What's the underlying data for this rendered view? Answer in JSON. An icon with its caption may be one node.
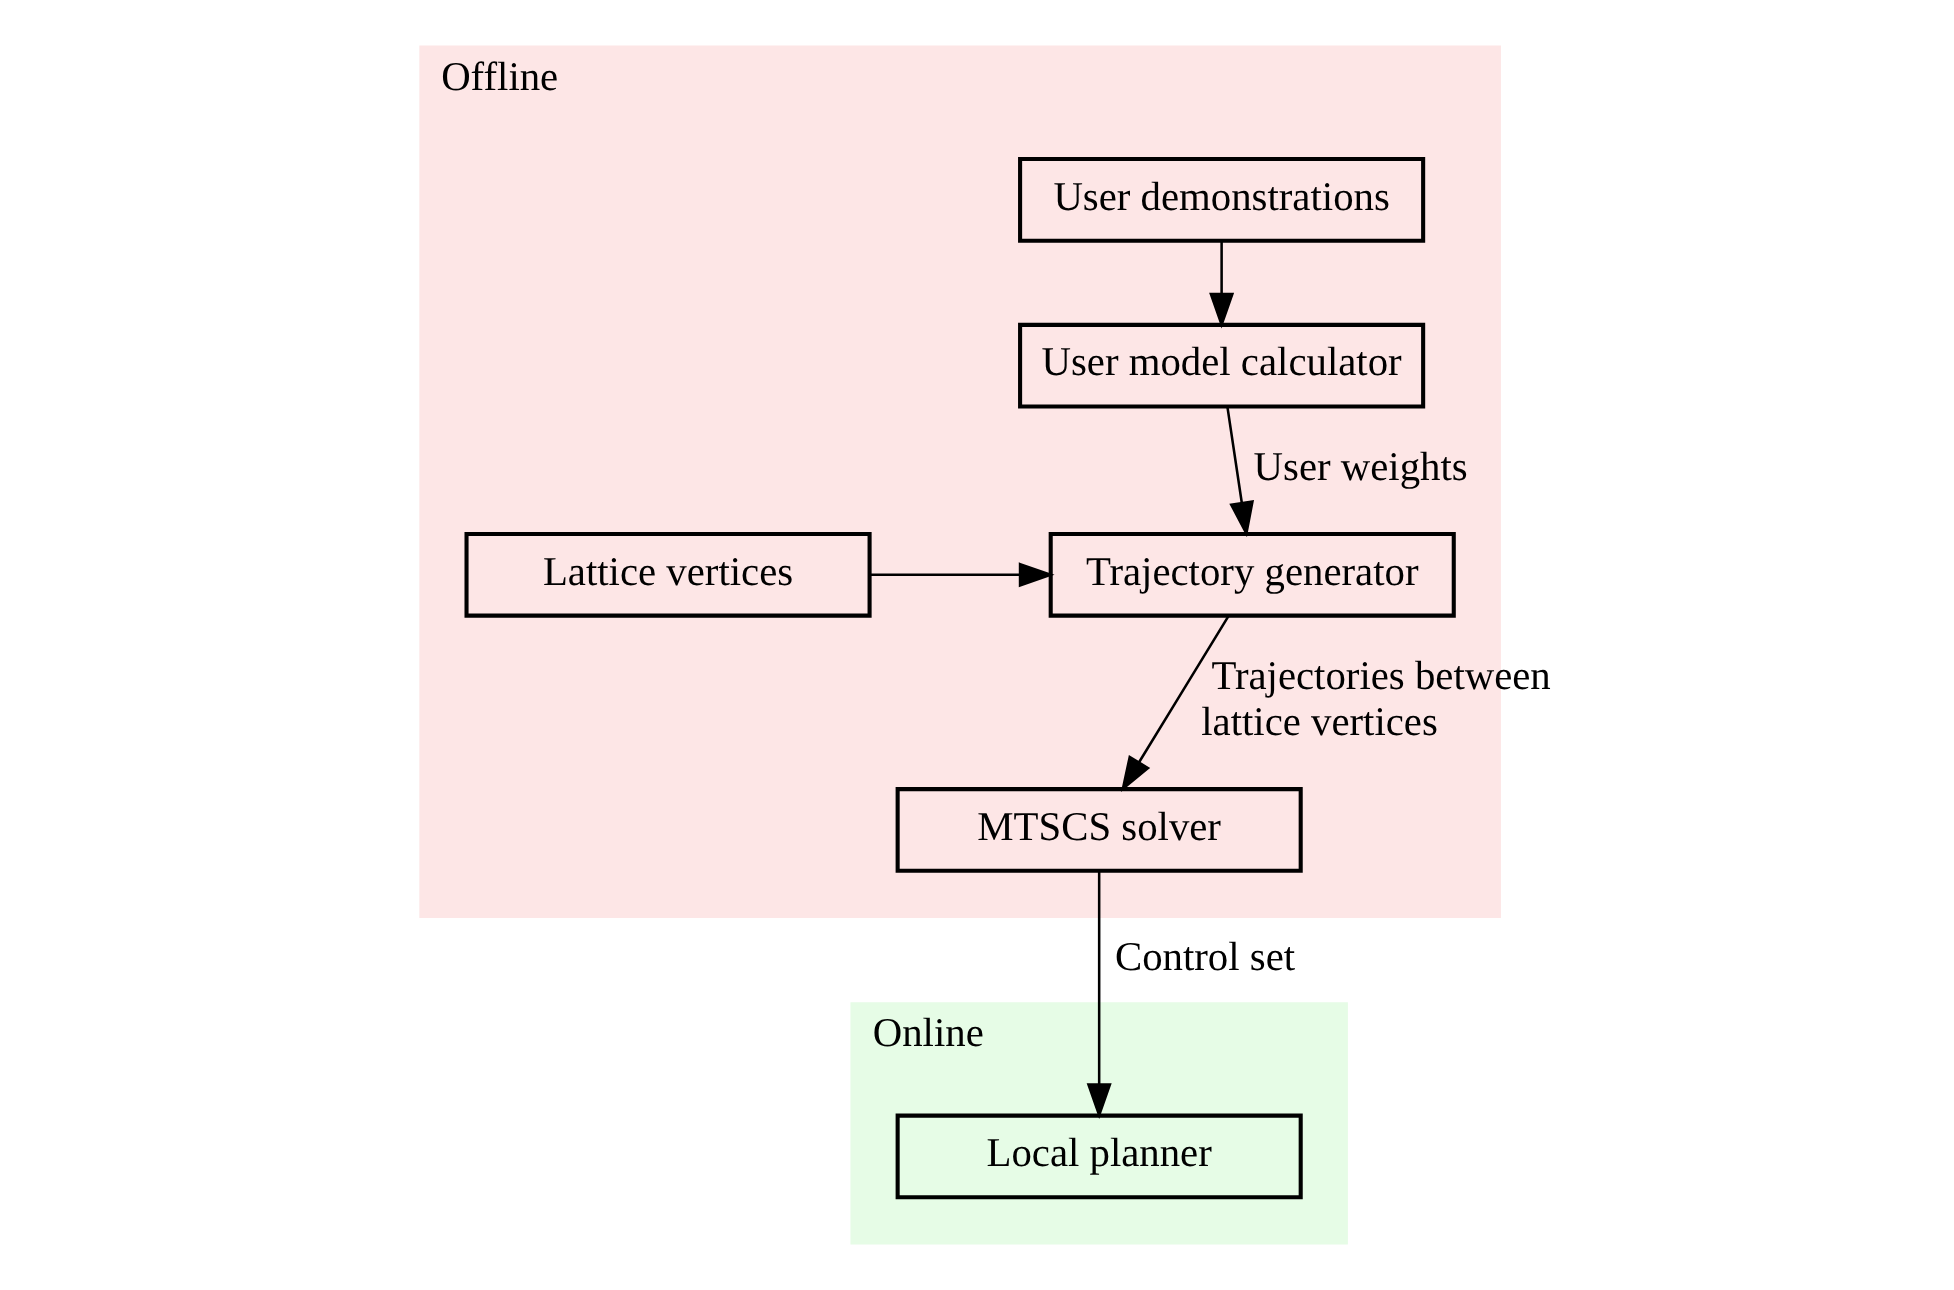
{
  "diagram": {
    "nodes": [
      {
        "text": [
          "Offline"
        ]
      },
      {
        "text": [
          "User demonstrations"
        ],
        "in": 0
      },
      {
        "text": [
          "User model calculator"
        ],
        "in": 0
      },
      {
        "text": [
          "Lattice vertices"
        ],
        "in": 0
      },
      {
        "text": [
          "Trajectory generator"
        ],
        "in": 0
      },
      {
        "text": [
          "MTSCS solver"
        ],
        "in": 0
      },
      {
        "text": [
          "Online"
        ]
      },
      {
        "text": [
          "Local planner"
        ],
        "in": 6
      }
    ],
    "edges": [
      {
        "from": 1,
        "to": 2,
        "arrow": "to"
      },
      {
        "from": 2,
        "to": 4,
        "arrow": "to",
        "label": "User weights"
      },
      {
        "from": 3,
        "to": 4,
        "arrow": "to"
      },
      {
        "from": 4,
        "to": 5,
        "arrow": "to",
        "label": "Trajectories between lattice vertices"
      },
      {
        "from": 5,
        "to": 7,
        "arrow": "to",
        "label": "Control set"
      }
    ]
  }
}
